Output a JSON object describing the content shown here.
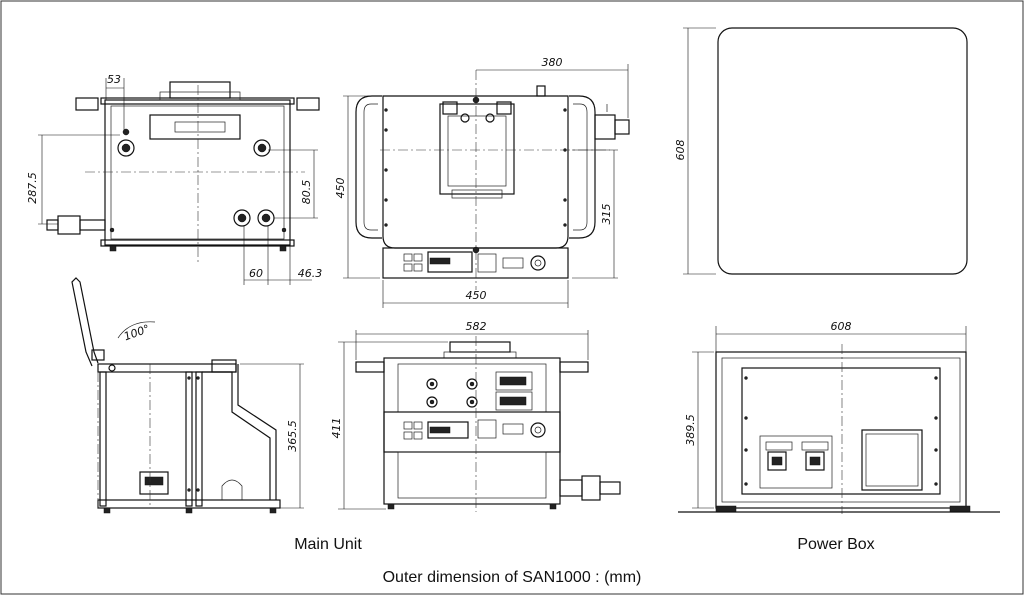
{
  "captions": {
    "main_unit": "Main Unit",
    "power_box": "Power Box",
    "footer": "Outer dimension of SAN1000 : (mm)"
  },
  "dims": {
    "d53": "53",
    "d287_5": "287.5",
    "d80_5": "80.5",
    "d60": "60",
    "d46_3": "46.3",
    "d380": "380",
    "d450_v": "450",
    "d315": "315",
    "d450_h": "450",
    "d608_v": "608",
    "d100deg": "100°",
    "d365_5": "365.5",
    "d582": "582",
    "d411": "411",
    "d608_h": "608",
    "d389_5": "389.5"
  }
}
